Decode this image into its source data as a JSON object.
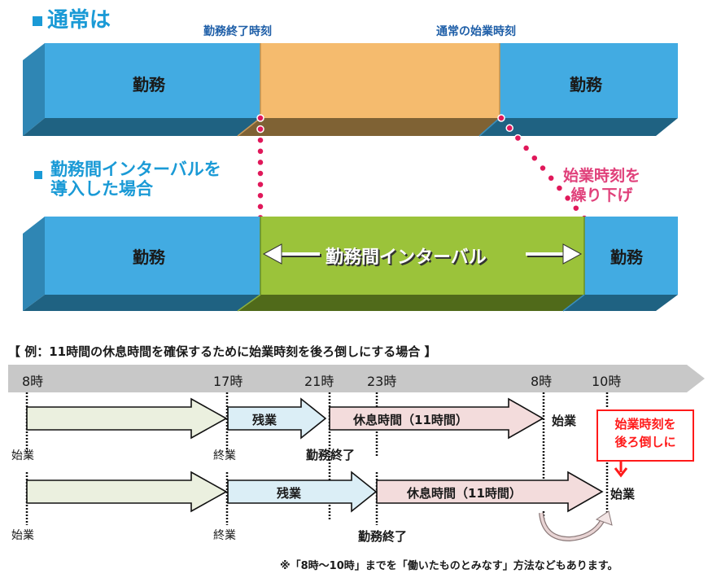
{
  "section_normal": {
    "heading": "通常は",
    "label_work_end": "勤務終了時刻",
    "label_normal_start": "通常の始業時刻",
    "segments": [
      {
        "label": "勤務",
        "type": "work",
        "color": "#42abe2"
      },
      {
        "label": "",
        "type": "rest",
        "color": "#f5bb6e"
      },
      {
        "label": "勤務",
        "type": "work",
        "color": "#42abe2"
      }
    ]
  },
  "section_interval": {
    "heading_line1": "勤務間インターバルを",
    "heading_line2": "導入した場合",
    "shift_label_line1": "始業時刻を",
    "shift_label_line2": "繰り下げ",
    "segments": [
      {
        "label": "勤務",
        "type": "work",
        "color": "#42abe2"
      },
      {
        "label": "勤務間インターバル",
        "type": "interval",
        "color": "#9bc33a"
      },
      {
        "label": "勤務",
        "type": "work",
        "color": "#42abe2"
      }
    ]
  },
  "example": {
    "title": "【 例：11時間の休息時間を確保するために始業時刻を後ろ倒しにする場合 】",
    "timeline_ticks": [
      "8時",
      "17時",
      "21時",
      "23時",
      "8時",
      "10時"
    ],
    "row1": {
      "overtime_label": "残業",
      "rest_label": "休息時間（11時間）",
      "start_label": "始業",
      "end_label": "終業",
      "work_end_label": "勤務終了",
      "next_start_label": "始業"
    },
    "row2": {
      "overtime_label": "残業",
      "rest_label": "休息時間（11時間）",
      "start_label": "始業",
      "end_label": "終業",
      "work_end_label": "勤務終了",
      "next_start_label": "始業"
    },
    "callout_line1": "始業時刻を",
    "callout_line2": "後ろ倒しに",
    "note": "※「8時～10時」までを「働いたものとみなす」方法などもあります。",
    "colors": {
      "work_arrow": "#ebf0df",
      "overtime_arrow": "#dbeef6",
      "rest_arrow": "#f3dcdc",
      "timeline": "#c8c8c8",
      "callout": "#ff1a1a",
      "dots": "#e0185a"
    }
  }
}
